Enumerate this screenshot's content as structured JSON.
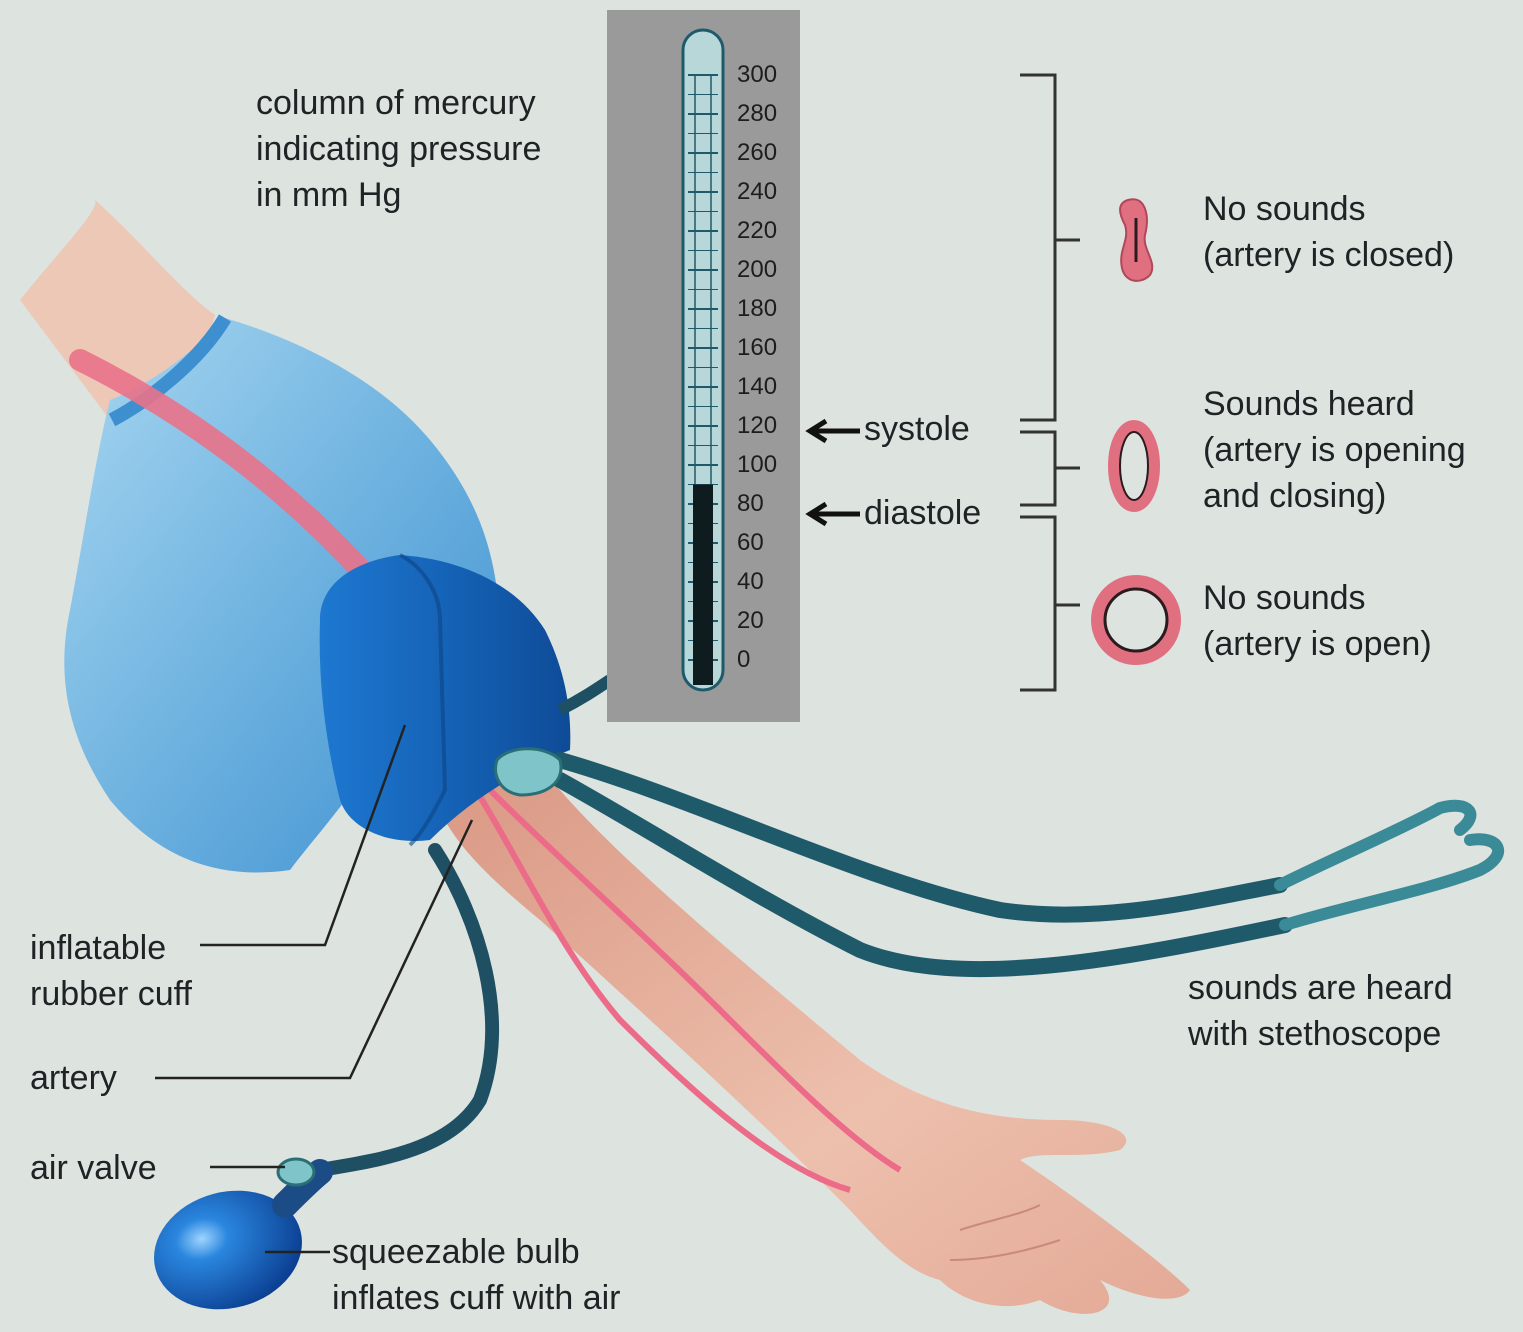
{
  "manometer": {
    "caption": [
      "column of mercury",
      "indicating pressure",
      "in mm Hg"
    ],
    "scale_labels": [
      "300",
      "280",
      "260",
      "240",
      "220",
      "200",
      "180",
      "160",
      "140",
      "120",
      "100",
      "80",
      "60",
      "40",
      "20",
      "0"
    ],
    "scale_max": 300,
    "mercury_level": 90
  },
  "pressure_markers": {
    "systole": "systole",
    "diastole": "diastole"
  },
  "artery_states": [
    {
      "lines": [
        "No sounds",
        "(artery is closed)"
      ]
    },
    {
      "lines": [
        "Sounds heard",
        "(artery is opening",
        "and closing)"
      ]
    },
    {
      "lines": [
        "No sounds",
        "(artery is open)"
      ]
    }
  ],
  "parts": {
    "cuff": [
      "inflatable",
      "rubber cuff"
    ],
    "artery": "artery",
    "valve": "air valve",
    "bulb": [
      "squeezable bulb",
      "inflates cuff with air"
    ],
    "stethoscope": [
      "sounds are heard",
      "with stethoscope"
    ]
  },
  "colors": {
    "background": "#dde3df",
    "sleeve": "#7bbbe3",
    "cuff": "#1565b8",
    "skin": "#e9b7a2",
    "artery": "#ea6d86",
    "tubing": "#1f5a6b",
    "mercury": "#0e1c20",
    "gauge": "#9a9a9a"
  }
}
